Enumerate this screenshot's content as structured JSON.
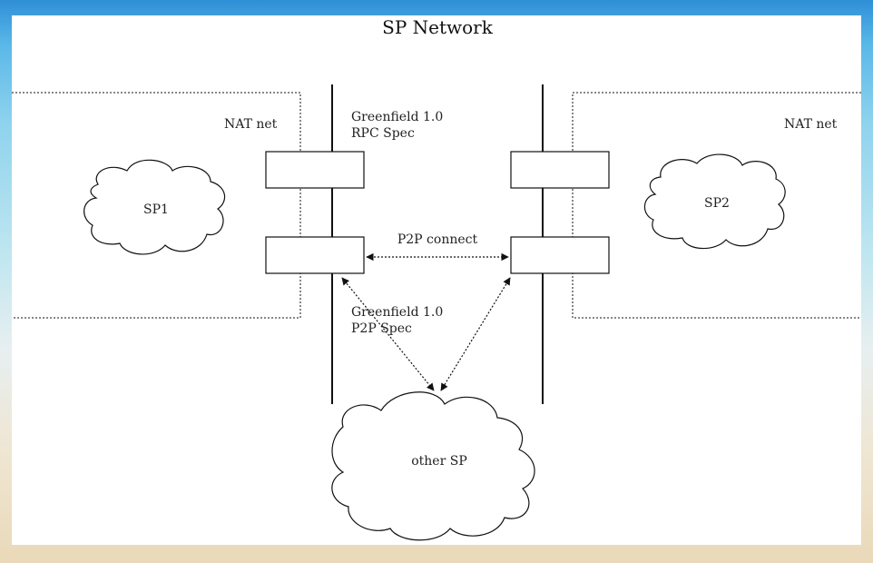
{
  "title": "SP Network",
  "zones": {
    "left_nat": "NAT net",
    "right_nat": "NAT net"
  },
  "nodes": {
    "sp1": "SP1",
    "sp2": "SP2",
    "other_sp": "other SP"
  },
  "annotations": {
    "rpc_spec_line1": "Greenfield 1.0",
    "rpc_spec_line2": "RPC Spec",
    "p2p_connect": "P2P connect",
    "p2p_spec_line1": "Greenfield 1.0",
    "p2p_spec_line2": "P2P Spec"
  },
  "colors": {
    "stroke": "#111111",
    "background": "#ffffff"
  }
}
